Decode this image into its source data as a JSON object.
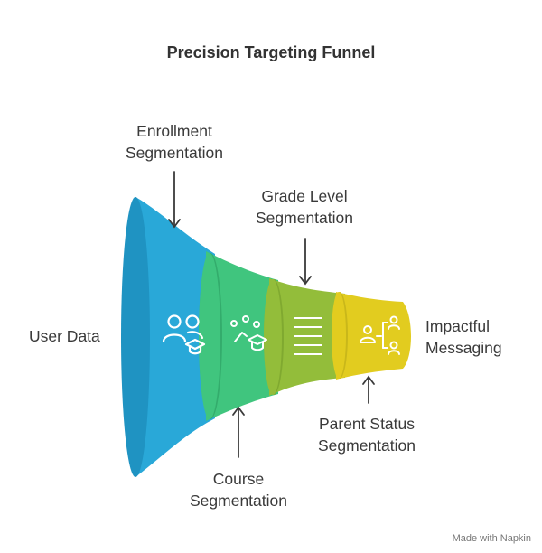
{
  "title": "Precision Targeting Funnel",
  "stages": [
    {
      "label": "User Data",
      "color": "#29a8d8",
      "icon": "users-graduation-icon"
    },
    {
      "label": "Enrollment Segmentation",
      "line1": "Enrollment",
      "line2": "Segmentation",
      "color": "#40c57e",
      "icon": "course-network-icon"
    },
    {
      "label": "Course Segmentation",
      "line1": "Course",
      "line2": "Segmentation",
      "color": "#93bd3a",
      "icon": "lines-list-icon"
    },
    {
      "label": "Grade Level Segmentation",
      "line1": "Grade Level",
      "line2": "Segmentation"
    },
    {
      "label": "Parent Status Segmentation",
      "line1": "Parent Status",
      "line2": "Segmentation",
      "color": "#e2cc1f",
      "icon": "parent-hierarchy-icon"
    },
    {
      "label": "Impactful Messaging",
      "line1": "Impactful",
      "line2": "Messaging"
    }
  ],
  "credit": "Made with Napkin"
}
